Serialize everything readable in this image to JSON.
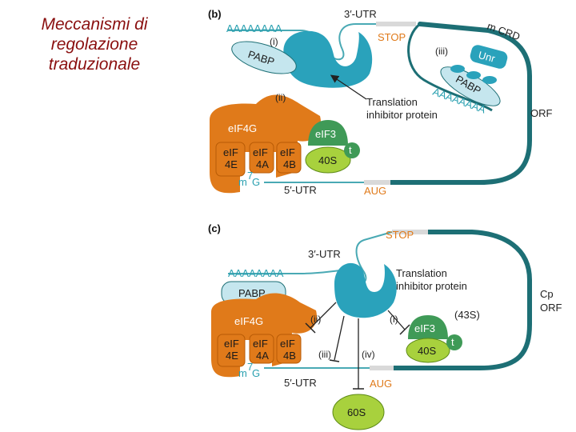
{
  "title": {
    "line1": "Meccanismi di",
    "line2": "regolazione",
    "line3": "traduzionale"
  },
  "panel_b": {
    "panel_label": "(b)",
    "poly_a": "AAAAAAAA",
    "poly_a_2": "AAAAAAAA",
    "utr3": "3′-UTR",
    "utr5": "5′-UTR",
    "stop": "STOP",
    "aug": "AUG",
    "mcrd": "m CRD",
    "orf": "ORF",
    "pabp": "PABP",
    "pabp_2": "PABP",
    "unr": "Unr",
    "eif4g": "eIF4G",
    "eif4e_1": "eIF",
    "eif4e_2": "4E",
    "eif4a_1": "eIF",
    "eif4a_2": "4A",
    "eif4b_1": "eIF",
    "eif4b_2": "4B",
    "eif3": "eIF3",
    "s40": "40S",
    "t": "t",
    "m7g_m": "m",
    "m7g_7": "7",
    "m7g_g": "G",
    "mark_i": "(i)",
    "mark_ii": "(ii)",
    "mark_iii": "(iii)",
    "inhibitor_1": "Translation",
    "inhibitor_2": "inhibitor protein"
  },
  "panel_c": {
    "panel_label": "(c)",
    "stop": "STOP",
    "utr3": "3′-UTR",
    "utr5": "5′-UTR",
    "aug": "AUG",
    "poly_a": "AAAAAAAA",
    "pabp": "PABP",
    "eif4g": "eIF4G",
    "eif4e_1": "eIF",
    "eif4e_2": "4E",
    "eif4a_1": "eIF",
    "eif4a_2": "4A",
    "eif4b_1": "eIF",
    "eif4b_2": "4B",
    "inhibitor_1": "Translation",
    "inhibitor_2": "inhibitor protein",
    "cp": "Cp",
    "orf": "ORF",
    "complex_43s": "(43S)",
    "eif3": "eIF3",
    "s40": "40S",
    "t": "t",
    "s60": "60S",
    "m7g_m": "m",
    "m7g_7": "7",
    "m7g_g": "G",
    "mark_i": "(i)",
    "mark_ii": "(ii)",
    "mark_iii": "(iii)",
    "mark_iv": "(iv)"
  },
  "colors": {
    "title": "#8a0f0f",
    "mrna": "#1d6f75",
    "utr_thin": "#49a9b4",
    "inhibitor": "#2aa2bb",
    "pabp_fill": "#c5e6ee",
    "eif4g": "#e07a1a",
    "eif3": "#3f9a57",
    "s40": "#a8d13d",
    "s60": "#a8d13d",
    "stop_aug": "#d9d9d9"
  }
}
